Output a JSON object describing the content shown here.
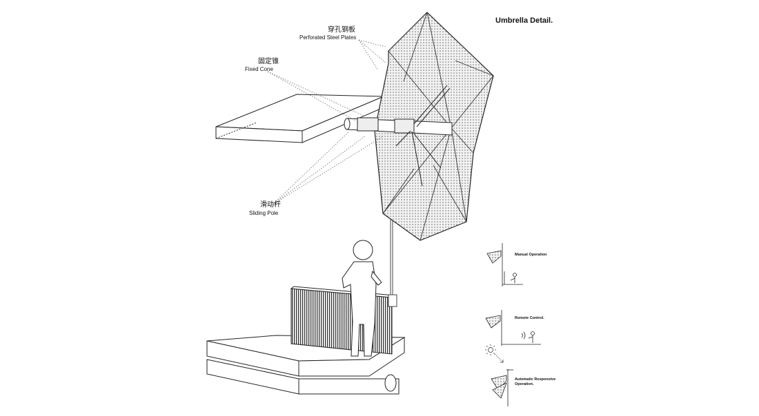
{
  "title": "Umbrella Detail.",
  "labels": {
    "perforated_zh": "穿孔钢板",
    "perforated_en": "Perforated Steel Plates",
    "cone_zh": "固定锥",
    "cone_en": "Fixed Cone",
    "pole_zh": "滑动杆",
    "pole_en": "Sliding Pole"
  },
  "modes": {
    "manual": "Manual Operation",
    "remote": "Remote Control.",
    "auto_line1": "Automatic Responsive",
    "auto_line2": "Operation."
  },
  "colors": {
    "line": "#222222",
    "hatch": "#555555",
    "panel": "#e4e4e4"
  }
}
